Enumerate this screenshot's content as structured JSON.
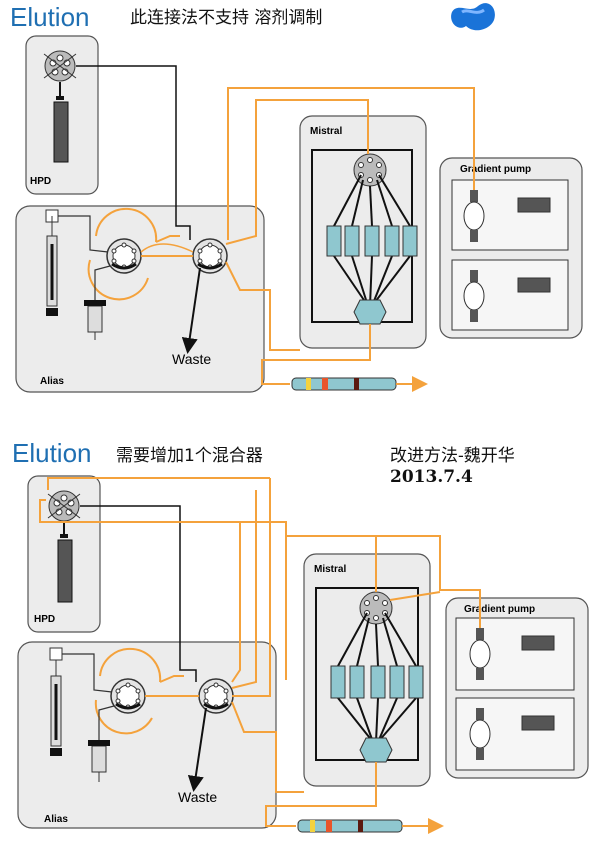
{
  "colors": {
    "heading": "#1f6fb2",
    "tubing_orange": "#f4a23c",
    "tubing_black": "#111111",
    "panel_fill": "#ececec",
    "column_fill": "#8fc7cf",
    "blob_blue": "#1a73d8"
  },
  "top": {
    "heading": "Elution",
    "note": "此连接法不支持 溶剂调制",
    "labels": {
      "hpd": "HPD",
      "alias": "Alias",
      "mistral": "Mistral",
      "gradient_pump": "Gradient pump",
      "waste": "Waste"
    }
  },
  "bottom": {
    "heading": "Elution",
    "note": "需要增加1个混合器",
    "improvement": "改进方法-魏开华",
    "date": "2013.7.4",
    "labels": {
      "hpd": "HPD",
      "alias": "Alias",
      "mistral": "Mistral",
      "gradient_pump": "Gradient pump",
      "waste": "Waste"
    }
  },
  "icons": [
    "six-port-valve-icon",
    "syringe-icon",
    "column-icon",
    "pump-head-icon",
    "blob-icon"
  ]
}
